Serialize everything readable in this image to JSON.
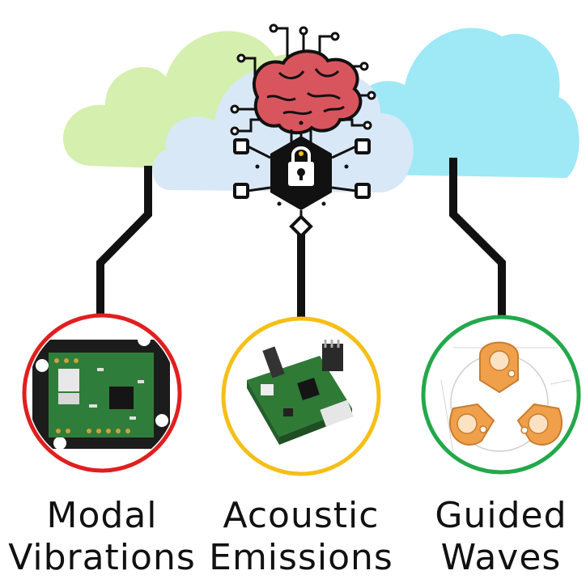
{
  "colors": {
    "cloud_green": "#d5efae",
    "cloud_blue_light": "#d9e8f6",
    "cloud_cyan": "#9ee9f5",
    "brain": "#d9555e",
    "connector": "#111111",
    "ring_modal": "#e01f1f",
    "ring_acoustic": "#f4bf17",
    "ring_guided": "#23a84a",
    "pcb_green": "#2e7d3a",
    "sensor_orange": "#f0a04b"
  },
  "icons": {
    "center": "brain-circuit-lock-icon"
  },
  "sensors": [
    {
      "id": "modal",
      "line1": "Modal",
      "line2": "Vibrations",
      "image": "accelerometer-pcb-photo"
    },
    {
      "id": "acoustic",
      "line1": "Acoustic",
      "line2": "Emissions",
      "image": "acoustic-emission-board-photo"
    },
    {
      "id": "guided",
      "line1": "Guided",
      "line2": "Waves",
      "image": "piezo-transducer-drawing"
    }
  ]
}
